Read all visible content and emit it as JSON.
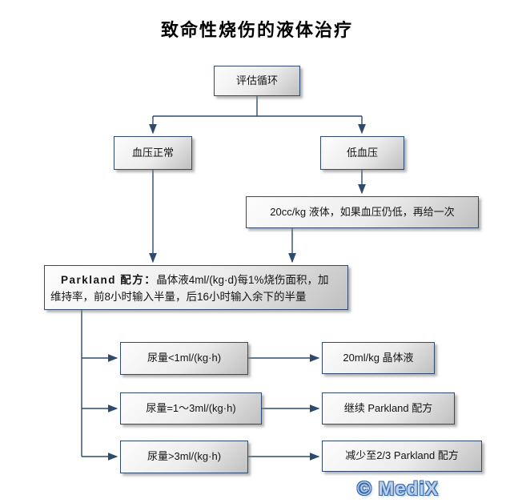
{
  "title": "致命性烧伤的液体治疗",
  "watermark": "© MediX",
  "colors": {
    "box_border": "#2e4a6e",
    "connector_line": "#2e4a6e",
    "box_fill_light": "#fdfdfd",
    "box_fill_dark": "#c0c0c0",
    "watermark_blue": "#3b6bab",
    "title_text": "#000000",
    "background": "#ffffff"
  },
  "nodes": {
    "assess": "评估循环",
    "normal_bp": "血压正常",
    "low_bp": "低血压",
    "bolus": "20cc/kg 液体，如果血压仍低，再给一次",
    "parkland": {
      "lead": "Parkland 配方：",
      "line1_rest": "晶体液4ml/(kg·d)每1%烧伤面积，加",
      "line2": "维持率，前8小时输入半量，后16小时输入余下的半量"
    },
    "urine_low": "尿量<1ml/(kg·h)",
    "urine_mid": "尿量=1～3ml/(kg·h)",
    "urine_high": "尿量>3ml/(kg·h)",
    "action_low": "20ml/kg 晶体液",
    "action_mid": "继续  Parkland 配方",
    "action_high": "减少至2/3  Parkland 配方"
  }
}
